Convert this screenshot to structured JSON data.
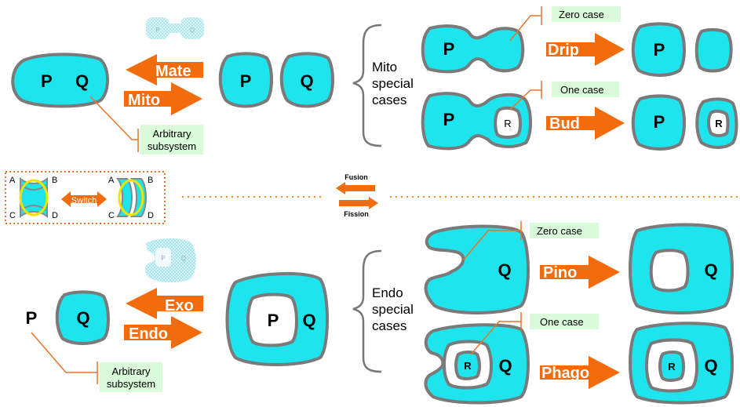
{
  "colors": {
    "cell": "#1ee4ee",
    "outline": "#7a7a7a",
    "arrow": "#f26b0c",
    "note_bg": "#d9fbd9",
    "pointer": "#e8742a"
  },
  "top": {
    "left_cell_labels": [
      "P",
      "Q"
    ],
    "mate": "Mate",
    "mito": "Mito",
    "right_cells": [
      "P",
      "Q"
    ],
    "arbitrary": [
      "Arbitrary",
      "subsystem"
    ],
    "group_label": [
      "Mito",
      "special",
      "cases"
    ],
    "zero_case": "Zero case",
    "drip": "Drip",
    "drip_left": "P",
    "drip_right": "P",
    "one_case": "One case",
    "bud": "Bud",
    "bud_left_p": "P",
    "bud_left_r": "R",
    "bud_right_p": "P",
    "bud_right_r": "R"
  },
  "middle": {
    "corners_left": [
      "A",
      "B",
      "C",
      "D"
    ],
    "corners_right": [
      "A",
      "B",
      "C",
      "D"
    ],
    "switch": "Switch",
    "fusion": "Fusion",
    "fission": "Fission"
  },
  "bottom": {
    "p": "P",
    "q": "Q",
    "exo": "Exo",
    "endo": "Endo",
    "inner_p": "P",
    "outer_q": "Q",
    "arbitrary": [
      "Arbitrary",
      "subsystem"
    ],
    "group_label": [
      "Endo",
      "special",
      "cases"
    ],
    "zero_case": "Zero case",
    "pino": "Pino",
    "pino_left_q": "Q",
    "pino_right_q": "Q",
    "one_case": "One case",
    "phago": "Phago",
    "phago_left_r": "R",
    "phago_left_q": "Q",
    "phago_right_r": "R",
    "phago_right_q": "Q"
  }
}
